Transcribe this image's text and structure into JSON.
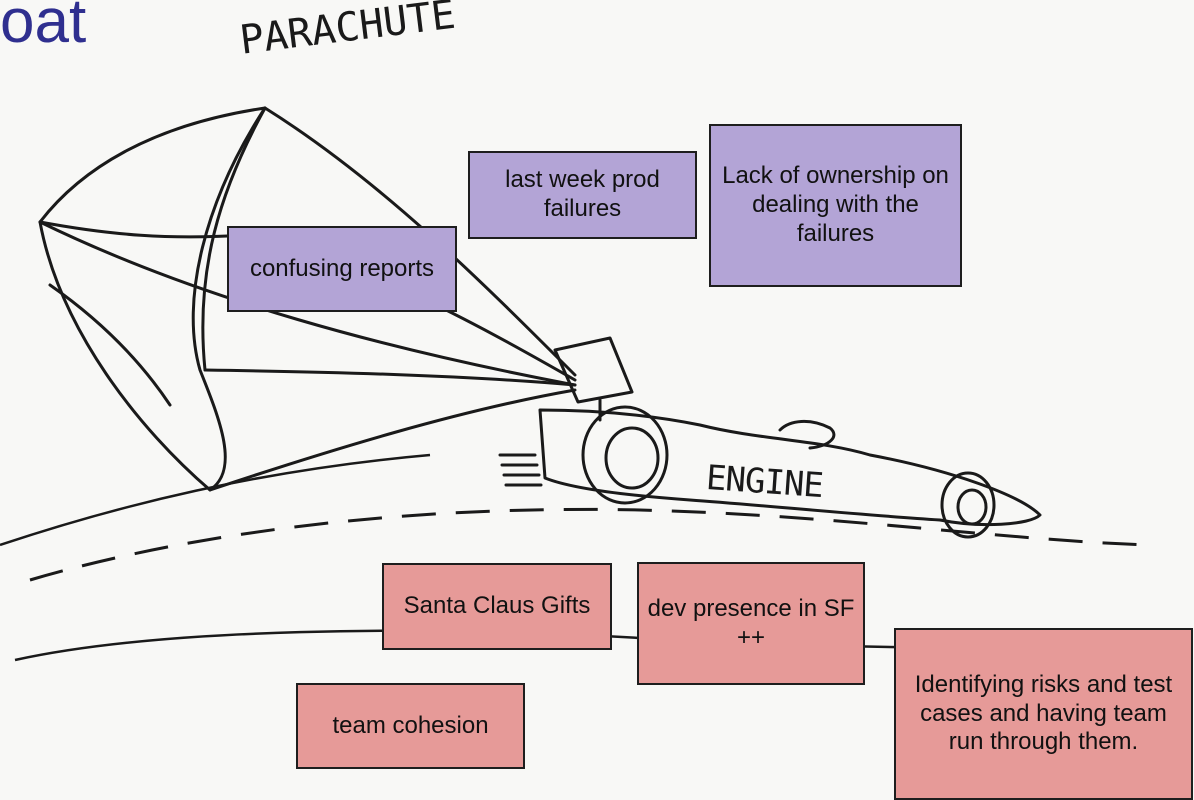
{
  "title": "oat",
  "sketch_labels": {
    "parachute": "PARACHUTE",
    "engine": "ENGINE"
  },
  "sticky_notes": {
    "last_week_prod_failures": "last week prod failures",
    "lack_of_ownership": "Lack of ownership on dealing with the failures",
    "confusing_reports": "confusing reports",
    "santa_claus_gifts": "Santa Claus Gifts",
    "dev_presence": "dev presence in SF ++",
    "identifying_risks": "Identifying risks and test cases and having team run through them.",
    "team_cohesion": "team cohesion"
  },
  "colors": {
    "title": "#2f2f8f",
    "negative_note": "#b3a4d6",
    "positive_note": "#e69a98",
    "ink": "#1a1a1a"
  }
}
